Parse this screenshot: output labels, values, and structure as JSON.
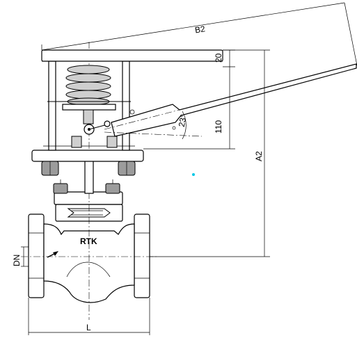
{
  "dimensions": {
    "b2": "B2",
    "d20": "20",
    "d110": "110",
    "angle": "23°",
    "a2": "A2",
    "dn": "DN",
    "l": "L"
  },
  "brand": "RTK",
  "colors": {
    "line": "#000000",
    "fill_dark": "#9c9c9c",
    "fill_light": "#cfcfcf",
    "marker": "#00c8e6"
  }
}
